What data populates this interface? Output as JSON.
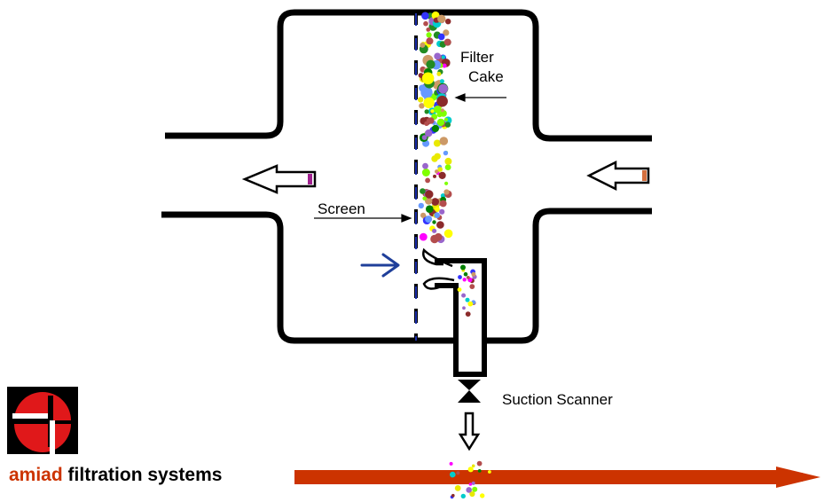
{
  "labels": {
    "filter_cake_line1": "Filter",
    "filter_cake_line2": "Cake",
    "screen": "Screen",
    "suction_scanner": "Suction Scanner"
  },
  "brand": {
    "name": "amiad",
    "tagline": "filtration systems"
  },
  "colors": {
    "housing": "#000000",
    "screen_dash": "#1c2fa8",
    "flow_in_arrow": "#d4703f",
    "flow_out_arrow": "#a0208f",
    "backflush_arrow": "#1f3f9a",
    "drain_line": "#cc3300",
    "logo_red": "#e0181a",
    "brand_red": "#cc3300"
  },
  "particle_colors": [
    "#ffff00",
    "#e9e900",
    "#00cccc",
    "#3333ff",
    "#8b2a2a",
    "#228b22",
    "#9966cc",
    "#ff00ff",
    "#7fff00",
    "#008000",
    "#b34d4d",
    "#6699ff",
    "#cc9966"
  ],
  "icons": [
    "inlet-arrow-icon",
    "outlet-arrow-icon",
    "backflush-arrow-icon",
    "drain-arrow-icon",
    "valve-icon",
    "amiad-logo-icon"
  ]
}
